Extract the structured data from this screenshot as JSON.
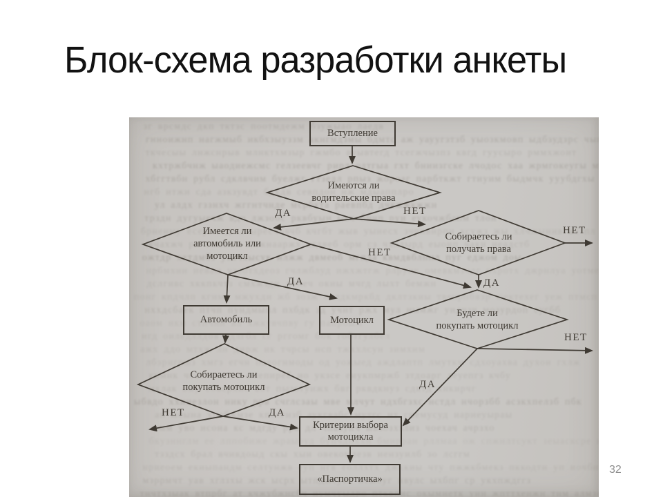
{
  "slide": {
    "title": "Блок-схема разработки анкеты",
    "page_number": "32"
  },
  "colors": {
    "ink": "#3f3a33",
    "scan_bg": "#c9c6c2",
    "title_color": "#121212",
    "page_num_color": "#8e8e8e",
    "slide_bg": "#ffffff"
  },
  "flowchart": {
    "labels": {
      "yes": "ДА",
      "no": "НЕТ"
    },
    "nodes": {
      "intro": {
        "line1": "Вступление"
      },
      "has_license": {
        "line1": "Имеются ли",
        "line2": "водительские права"
      },
      "has_vehicle": {
        "line1": "Имеется ли",
        "line2": "автомобиль или",
        "line3": "мотоцикл"
      },
      "will_get_license": {
        "line1": "Собираетесь ли",
        "line2": "получать права"
      },
      "car": {
        "line1": "Автомобиль"
      },
      "motorcycle": {
        "line1": "Мотоцикл"
      },
      "will_buy_moto": {
        "line1": "Будете ли",
        "line2": "покупать мотоцикл"
      },
      "plan_buy_moto": {
        "line1": "Собираетесь ли",
        "line2": "покупать мотоцикл"
      },
      "criteria": {
        "line1": "Критерии выбора",
        "line2": "мотоцикла"
      },
      "passport": {
        "line1": "«Паспортичка»"
      }
    }
  }
}
